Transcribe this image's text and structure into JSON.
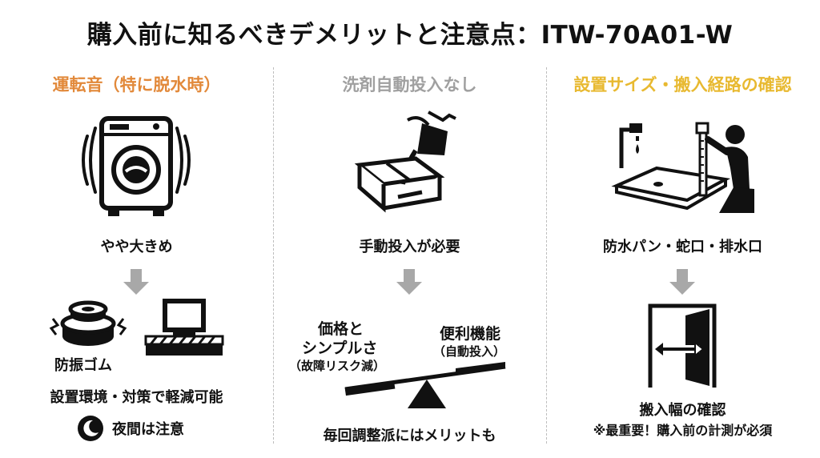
{
  "title": "購入前に知るべきデメリットと注意点：ITW-70A01-W",
  "colors": {
    "noise_heading": "#e2893a",
    "detergent_heading": "#a0a0a0",
    "install_heading": "#e8b930",
    "arrow": "#a8a8a8",
    "ink": "#111111"
  },
  "columns": [
    {
      "heading": "運転音（特に脱水時）",
      "icon": "vibrating-washing-machine-icon",
      "caption": "やや大きめ",
      "rubber_label": "防振ゴム",
      "caption2": "設置環境・対策で軽減可能",
      "night_text": "夜間は注意"
    },
    {
      "heading": "洗剤自動投入なし",
      "icon": "pouring-detergent-icon",
      "caption": "手動投入が必要",
      "left_label_line1": "価格と",
      "left_label_line2": "シンプルさ",
      "left_label_line3": "（故障リスク減）",
      "right_label_line1": "便利機能",
      "right_label_line2": "（自動投入）",
      "footer": "毎回調整派にはメリットも"
    },
    {
      "heading": "設置サイズ・搬入経路の確認",
      "icon": "measuring-person-icon",
      "caption": "防水パン・蛇口・排水口",
      "footer_line1": "搬入幅の確認",
      "footer_line2": "※最重要！購入前の計測が必須"
    }
  ]
}
